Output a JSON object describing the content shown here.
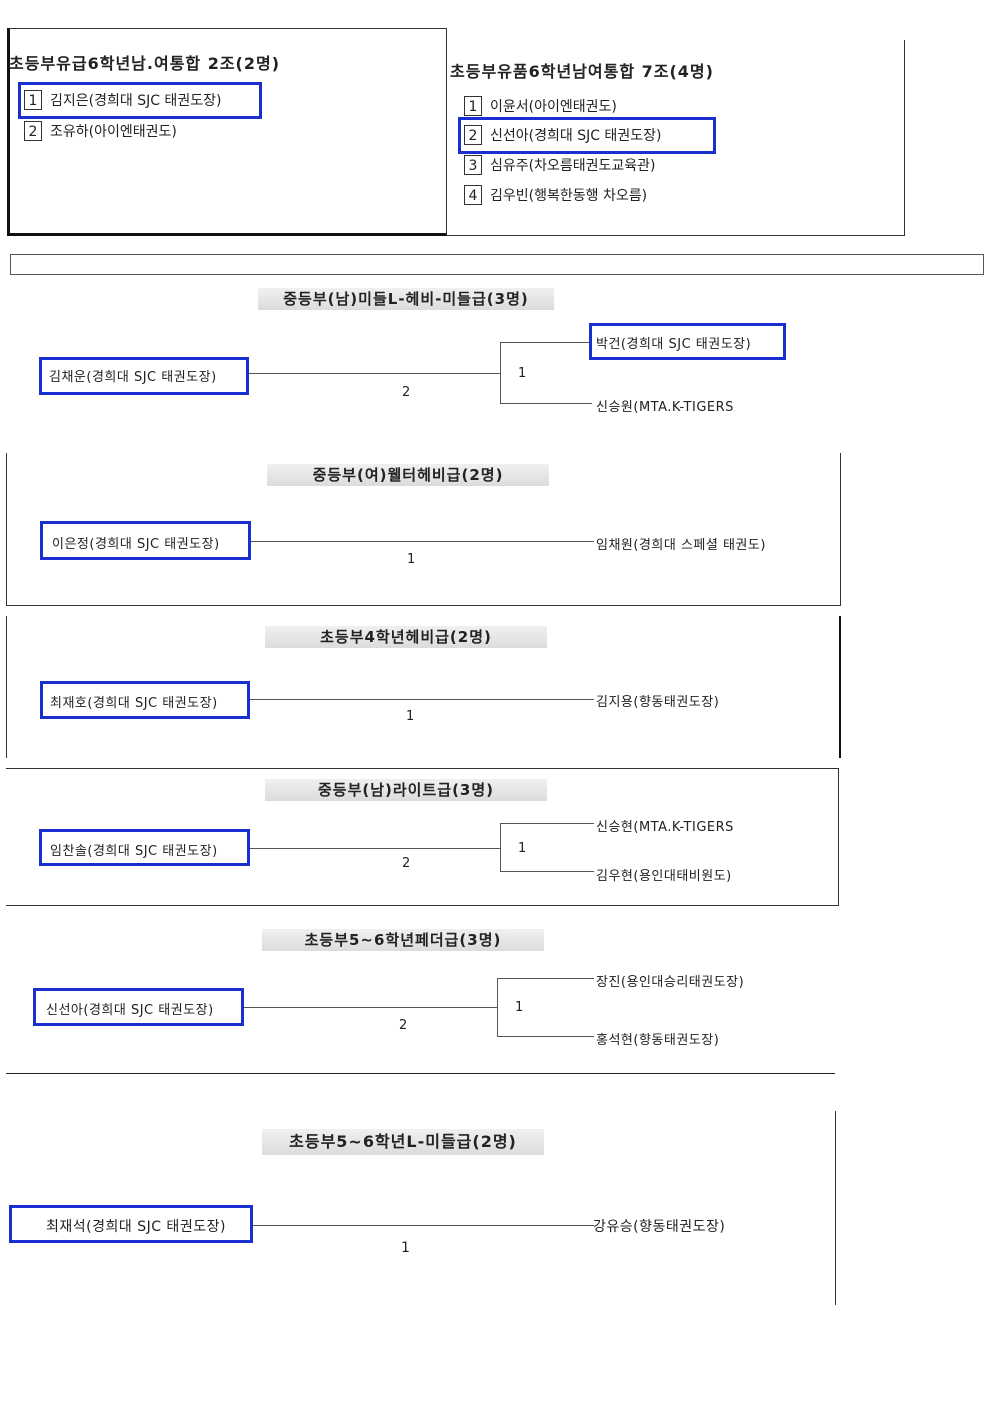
{
  "group_a": {
    "title": "초등부유급6학년남.여통합 2조(2명)",
    "entries": [
      {
        "num": "1",
        "name": "김지은(경희대 SJC 태권도장)"
      },
      {
        "num": "2",
        "name": "조유하(아이엔태권도)"
      }
    ]
  },
  "group_b": {
    "title": "초등부유품6학년남여통합 7조(4명)",
    "entries": [
      {
        "num": "1",
        "name": "이윤서(아이엔태권도)"
      },
      {
        "num": "2",
        "name": "신선아(경희대 SJC 태권도장)"
      },
      {
        "num": "3",
        "name": "심유주(차오름태권도교육관)"
      },
      {
        "num": "4",
        "name": "김우빈(행복한동행 차오름)"
      }
    ]
  },
  "bracket1": {
    "title": "중등부(남)미들L-헤비-미들급(3명)",
    "left": "김채운(경희대 SJC 태권도장)",
    "left_score": "2",
    "right_top": "박건(경희대 SJC 태권도장)",
    "right_bottom": "신승원(MTA.K-TIGERS",
    "right_score": "1"
  },
  "bracket2": {
    "title": "중등부(여)웰터헤비급(2명)",
    "left": "이은정(경희대 SJC 태권도장)",
    "right": "임채원(경희대 스페셜 태권도)",
    "score": "1"
  },
  "bracket3": {
    "title": "초등부4학년헤비급(2명)",
    "left": "최재호(경희대 SJC 태권도장)",
    "right": "김지용(향동태권도장)",
    "score": "1"
  },
  "bracket4": {
    "title": "중등부(남)라이트급(3명)",
    "left": "임찬솔(경희대 SJC 태권도장)",
    "left_score": "2",
    "right_top": "신승현(MTA.K-TIGERS",
    "right_bottom": "김우현(용인대태비원도)",
    "right_score": "1"
  },
  "bracket5": {
    "title": "초등부5~6학년페더급(3명)",
    "left": "신선아(경희대 SJC 태권도장)",
    "left_score": "2",
    "right_top": "장진(용인대승리태권도장)",
    "right_bottom": "홍석현(향동태권도장)",
    "right_score": "1"
  },
  "bracket6": {
    "title": "초등부5~6학년L-미들급(2명)",
    "left": "최재석(경희대 SJC 태권도장)",
    "right": "강유승(향동태권도장)",
    "score": "1"
  },
  "colors": {
    "highlight": "#1a2fd0",
    "line": "#555555"
  }
}
